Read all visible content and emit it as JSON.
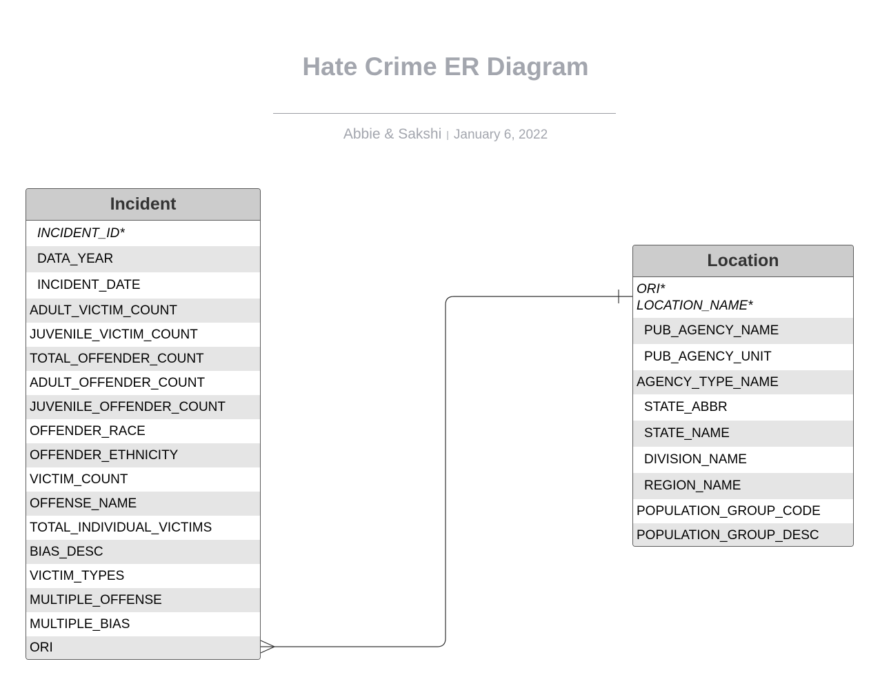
{
  "header": {
    "title": "Hate Crime ER Diagram",
    "authors": "Abbie & Sakshi",
    "separator": "|",
    "date": "January 6, 2022"
  },
  "entities": {
    "incident": {
      "name": "Incident",
      "fields": [
        {
          "label": "INCIDENT_ID*",
          "key": true
        },
        {
          "label": "DATA_YEAR"
        },
        {
          "label": "INCIDENT_DATE"
        },
        {
          "label": "ADULT_VICTIM_COUNT"
        },
        {
          "label": "JUVENILE_VICTIM_COUNT"
        },
        {
          "label": "TOTAL_OFFENDER_COUNT"
        },
        {
          "label": "ADULT_OFFENDER_COUNT"
        },
        {
          "label": "JUVENILE_OFFENDER_COUNT"
        },
        {
          "label": "OFFENDER_RACE"
        },
        {
          "label": "OFFENDER_ETHNICITY"
        },
        {
          "label": "VICTIM_COUNT"
        },
        {
          "label": "OFFENSE_NAME"
        },
        {
          "label": "TOTAL_INDIVIDUAL_VICTIMS"
        },
        {
          "label": "BIAS_DESC"
        },
        {
          "label": "VICTIM_TYPES"
        },
        {
          "label": "MULTIPLE_OFFENSE"
        },
        {
          "label": "MULTIPLE_BIAS"
        },
        {
          "label": "ORI"
        }
      ]
    },
    "location": {
      "name": "Location",
      "key_fields": [
        "ORI*",
        "LOCATION_NAME*"
      ],
      "fields": [
        {
          "label": "PUB_AGENCY_NAME"
        },
        {
          "label": "PUB_AGENCY_UNIT"
        },
        {
          "label": "AGENCY_TYPE_NAME"
        },
        {
          "label": "STATE_ABBR"
        },
        {
          "label": "STATE_NAME"
        },
        {
          "label": "DIVISION_NAME"
        },
        {
          "label": "REGION_NAME"
        },
        {
          "label": "POPULATION_GROUP_CODE"
        },
        {
          "label": "POPULATION_GROUP_DESC"
        }
      ]
    }
  },
  "relationship": {
    "from_entity": "Incident",
    "from_field": "ORI",
    "from_cardinality": "many",
    "to_entity": "Location",
    "to_field": "ORI*",
    "to_cardinality": "one"
  }
}
